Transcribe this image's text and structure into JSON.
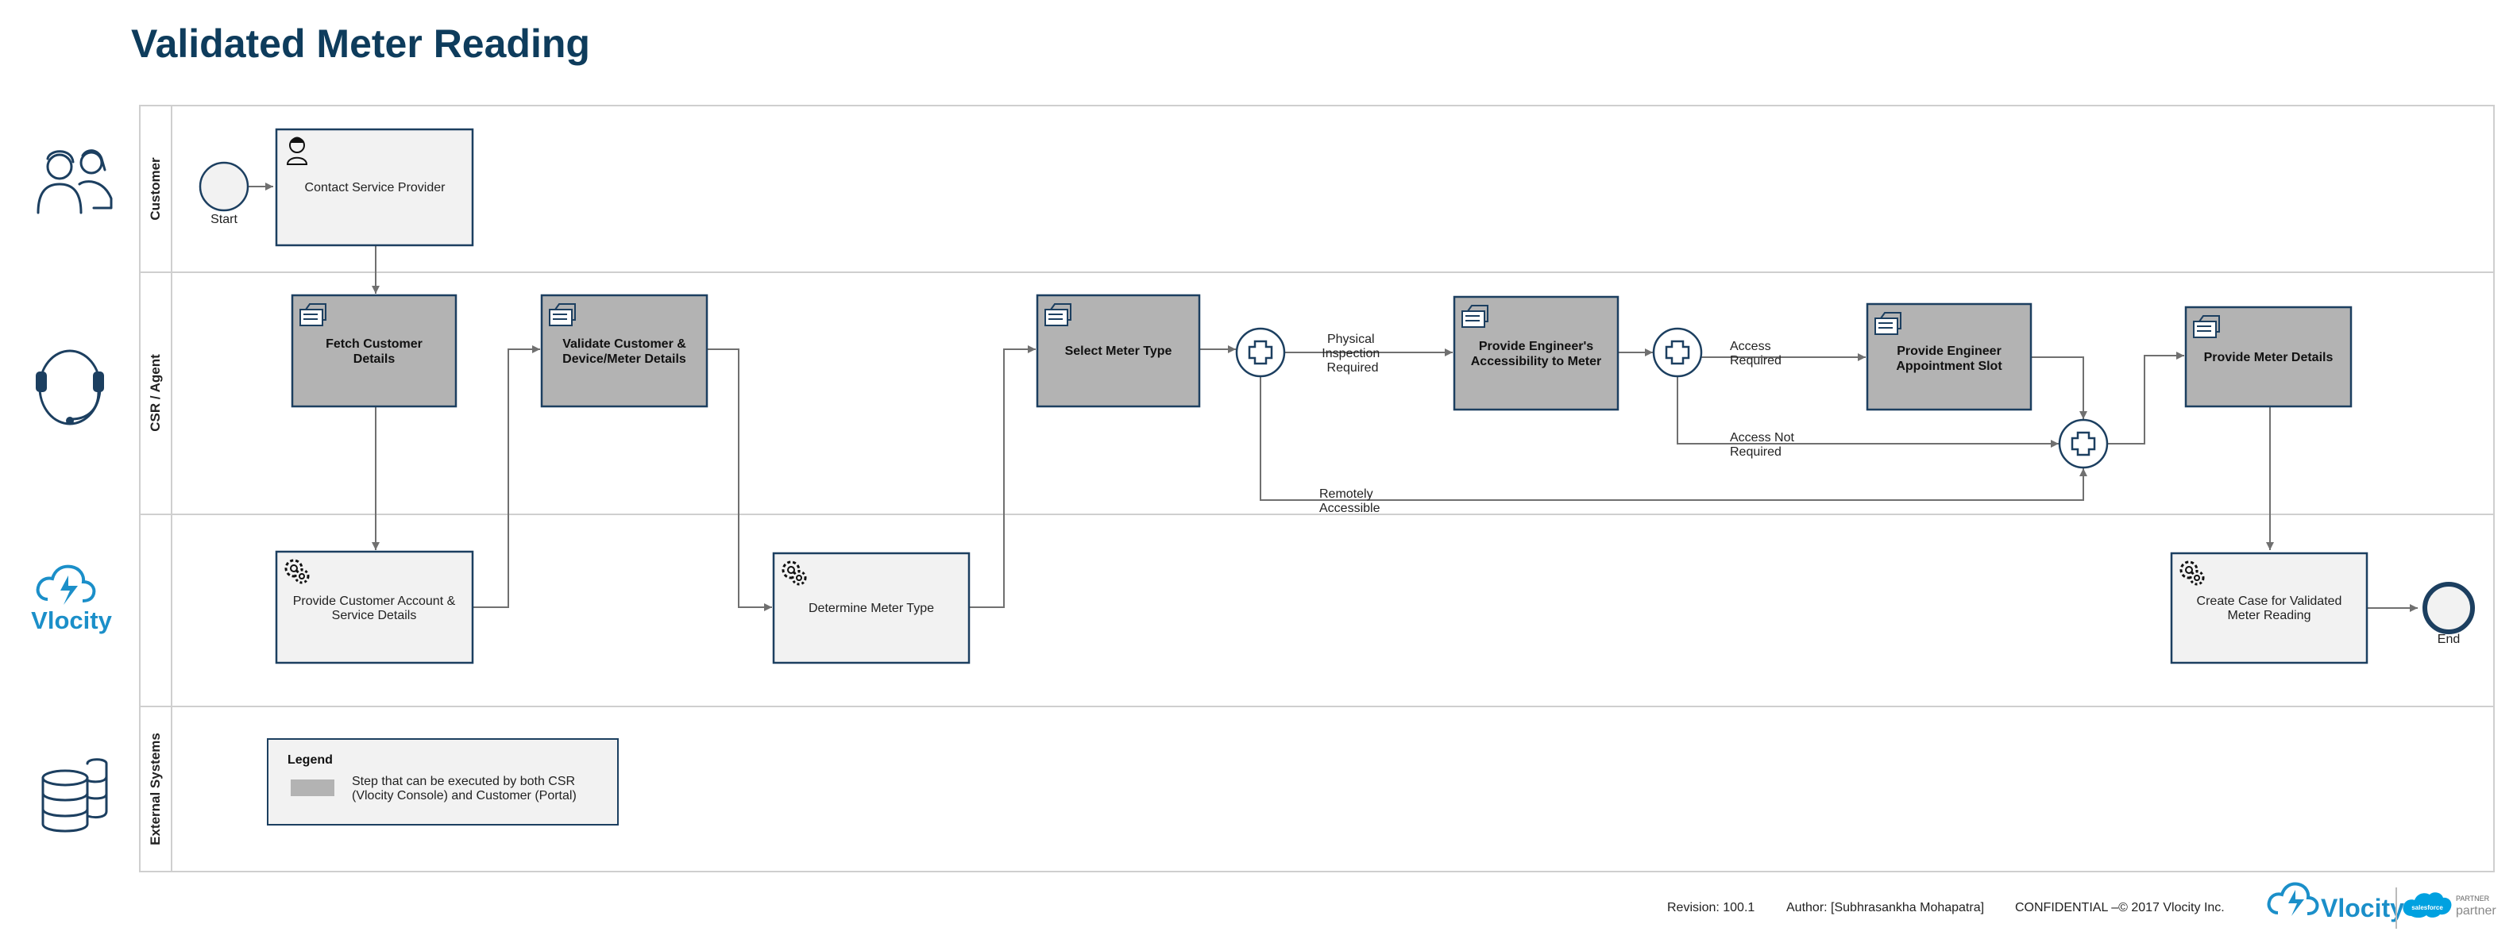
{
  "title": "Validated Meter Reading",
  "lanes": [
    "Customer",
    "CSR / Agent",
    "",
    "External Systems"
  ],
  "lane_logo_text": "Vlocity",
  "events": {
    "start": "Start",
    "end": "End"
  },
  "tasks": {
    "contact": "Contact Service Provider",
    "fetch_1": "Fetch Customer",
    "fetch_2": "Details",
    "validate_1": "Validate Customer &",
    "validate_2": "Device/Meter Details",
    "select": "Select Meter Type",
    "engineer_access_1": "Provide Engineer's",
    "engineer_access_2": "Accessibility to Meter",
    "appointment_1": "Provide Engineer",
    "appointment_2": "Appointment Slot",
    "meter_details": "Provide Meter Details",
    "provide_account_1": "Provide Customer Account &",
    "provide_account_2": "Service Details",
    "determine": "Determine Meter Type",
    "create_case_1": "Create Case for Validated",
    "create_case_2": "Meter Reading"
  },
  "flow_labels": {
    "physical_1": "Physical",
    "physical_2": "Inspection",
    "physical_3": "Required",
    "access_req_1": "Access",
    "access_req_2": "Required",
    "access_not_1": "Access Not",
    "access_not_2": "Required",
    "remote_1": "Remotely",
    "remote_2": "Accessible"
  },
  "legend": {
    "title": "Legend",
    "line_1": "Step that can be executed by both CSR",
    "line_2": "(Vlocity Console) and Customer (Portal)"
  },
  "footer": {
    "revision": "Revision: 100.1",
    "author": "Author: [Subhrasankha Mohapatra]",
    "confidential": "CONFIDENTIAL –© 2017 Vlocity Inc.",
    "logo": "Vlocity",
    "badge_brand": "salesforce",
    "badge_top": "PARTNER",
    "badge_bottom": "partner"
  },
  "colors": {
    "accent": "#0e3c5c",
    "task_border": "#1c3f60",
    "task_grey": "#b3b3b3",
    "task_light": "#f2f2f2",
    "vlocity_blue": "#1b8fc9",
    "salesforce_blue": "#00a1e0"
  }
}
